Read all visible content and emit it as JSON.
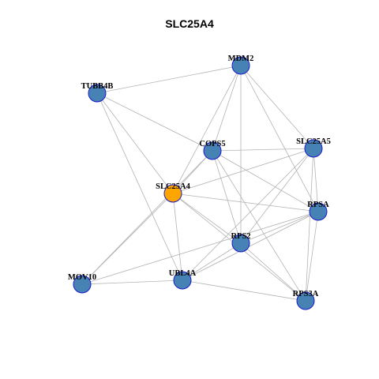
{
  "title": "SLC25A4",
  "colors": {
    "focus_node": "#ffa500",
    "other_node": "#4682b4",
    "node_border": "#1a1acc",
    "edge": "#b3b3b3"
  },
  "nodes": [
    {
      "id": "MDM2",
      "label": "MDM2",
      "focus": false
    },
    {
      "id": "TUBB4B",
      "label": "TUBB4B",
      "focus": false
    },
    {
      "id": "COPS5",
      "label": "COPS5",
      "focus": false
    },
    {
      "id": "SLC25A5",
      "label": "SLC25A5",
      "focus": false
    },
    {
      "id": "SLC25A4",
      "label": "SLC25A4",
      "focus": true
    },
    {
      "id": "RPSA",
      "label": "RPSA",
      "focus": false
    },
    {
      "id": "RPS2",
      "label": "RPS2",
      "focus": false
    },
    {
      "id": "MOV10",
      "label": "MOV10",
      "focus": false
    },
    {
      "id": "UBL4A",
      "label": "UBL4A",
      "focus": false
    },
    {
      "id": "RPS3A",
      "label": "RPS3A",
      "focus": false
    }
  ],
  "edges": [
    [
      "TUBB4B",
      "MDM2"
    ],
    [
      "TUBB4B",
      "COPS5"
    ],
    [
      "TUBB4B",
      "SLC25A4"
    ],
    [
      "TUBB4B",
      "UBL4A"
    ],
    [
      "MDM2",
      "SLC25A4"
    ],
    [
      "MDM2",
      "COPS5"
    ],
    [
      "MDM2",
      "SLC25A5"
    ],
    [
      "MDM2",
      "RPSA"
    ],
    [
      "MDM2",
      "RPS2"
    ],
    [
      "COPS5",
      "SLC25A5"
    ],
    [
      "COPS5",
      "SLC25A4"
    ],
    [
      "COPS5",
      "RPSA"
    ],
    [
      "COPS5",
      "RPS2"
    ],
    [
      "COPS5",
      "RPS3A"
    ],
    [
      "SLC25A5",
      "SLC25A4"
    ],
    [
      "SLC25A5",
      "RPSA"
    ],
    [
      "SLC25A5",
      "RPS2"
    ],
    [
      "SLC25A5",
      "UBL4A"
    ],
    [
      "SLC25A5",
      "RPS3A"
    ],
    [
      "SLC25A4",
      "RPSA"
    ],
    [
      "SLC25A4",
      "RPS2"
    ],
    [
      "SLC25A4",
      "MOV10"
    ],
    [
      "SLC25A4",
      "UBL4A"
    ],
    [
      "SLC25A4",
      "RPS3A"
    ],
    [
      "RPSA",
      "RPS2"
    ],
    [
      "RPSA",
      "UBL4A"
    ],
    [
      "RPSA",
      "MOV10"
    ],
    [
      "RPSA",
      "RPS3A"
    ],
    [
      "RPS2",
      "UBL4A"
    ],
    [
      "RPS2",
      "RPS3A"
    ],
    [
      "MOV10",
      "UBL4A"
    ],
    [
      "MOV10",
      "COPS5"
    ],
    [
      "UBL4A",
      "RPS3A"
    ]
  ]
}
